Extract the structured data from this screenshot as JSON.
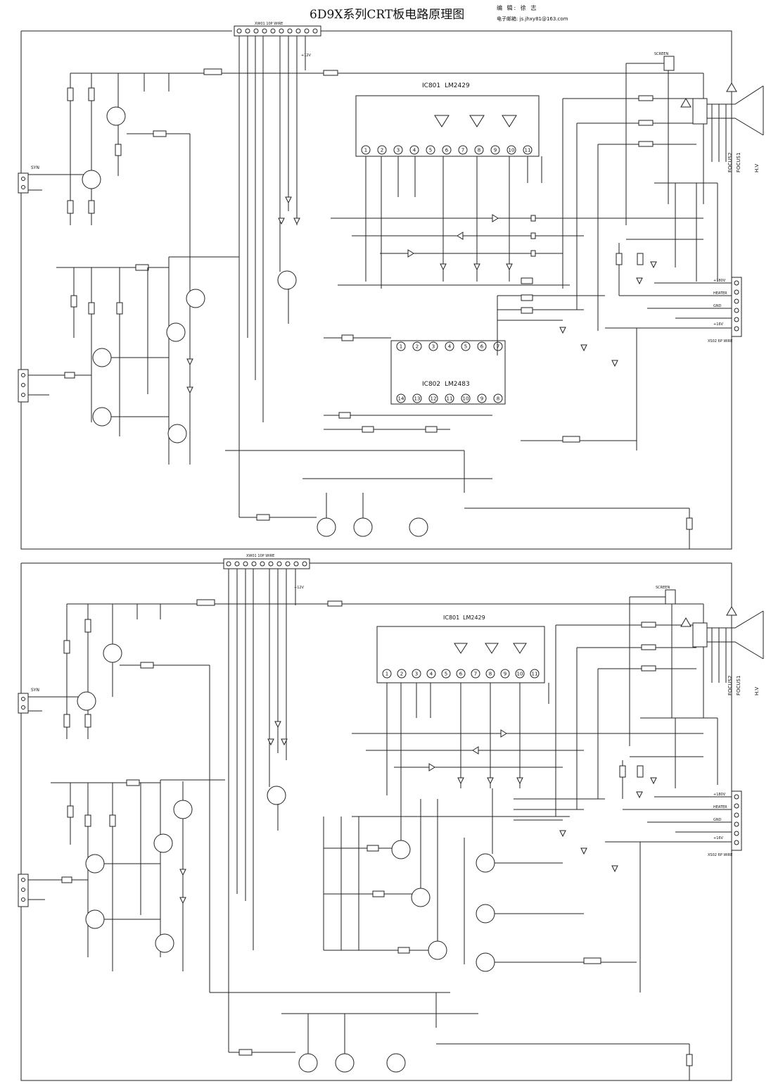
{
  "header": {
    "title": "6D9X系列CRT板电路原理图",
    "editor": "编 辑: 徐 志",
    "email": "电子邮箱: js.jhxy81@163.com"
  },
  "panels": [
    {
      "id": "top",
      "connector": "XW01  10P WIRE",
      "ic1": {
        "name": "IC801",
        "part": "LM2429"
      },
      "ic2": {
        "name": "IC802",
        "part": "LM2483"
      },
      "ic1_pins": [
        "1",
        "2",
        "3",
        "4",
        "5",
        "6",
        "7",
        "8",
        "9",
        "10",
        "11"
      ],
      "ic2_top_pins": [
        "1",
        "2",
        "3",
        "4",
        "5",
        "6",
        "7"
      ],
      "ic2_bottom_pins": [
        "14",
        "13",
        "12",
        "11",
        "10",
        "9",
        "8"
      ],
      "labels": {
        "screen": "SCREEN",
        "focus2": "FOCUS2",
        "focus1": "FOCUS1",
        "hv": "H.V",
        "crt_conn": "XS02  6P WIRE",
        "conn_pins": [
          "+180V",
          "HEATER",
          "GND",
          "+16V"
        ],
        "sync": "SYN",
        "rail": "+12V"
      }
    },
    {
      "id": "bottom",
      "connector": "XW01  10P WIRE",
      "ic1": {
        "name": "IC801",
        "part": "LM2429"
      },
      "ic1_pins": [
        "1",
        "2",
        "3",
        "4",
        "5",
        "6",
        "7",
        "8",
        "9",
        "10",
        "11"
      ],
      "labels": {
        "screen": "SCREEN",
        "focus2": "FOCUS2",
        "focus1": "FOCUS1",
        "hv": "H.V",
        "crt_conn": "XS02  6P WIRE",
        "conn_pins": [
          "+180V",
          "HEATER",
          "GND",
          "+16V"
        ],
        "sync": "SYN",
        "rail": "+12V"
      }
    }
  ]
}
